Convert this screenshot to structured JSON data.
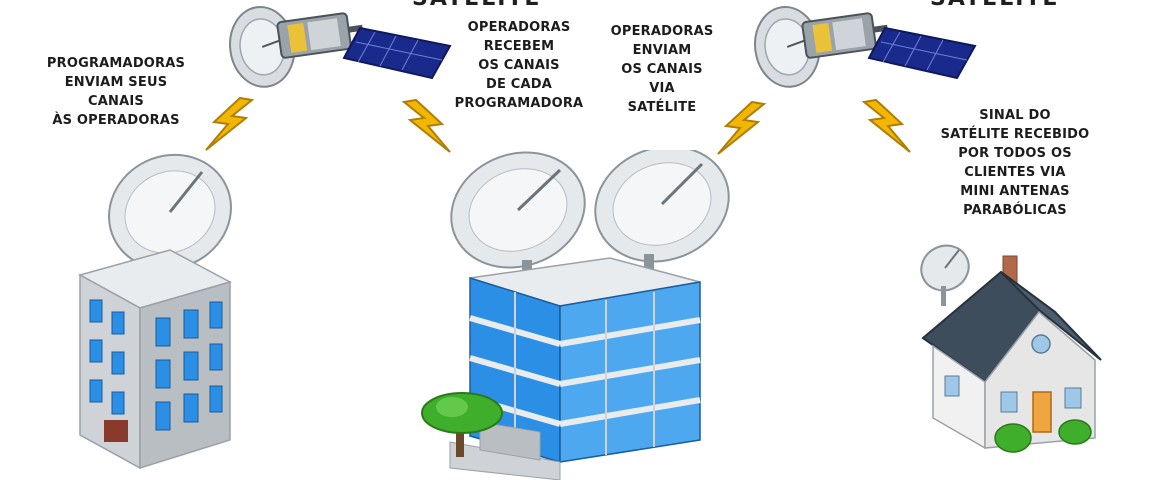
{
  "satellites": {
    "left_label": "SATÉLITE",
    "right_label": "SATÉLITE"
  },
  "captions": {
    "programadoras": [
      "PROGRAMADORAS",
      "ENVIAM SEUS",
      "CANAIS",
      "ÀS OPERADORAS"
    ],
    "operadoras_recebem": [
      "OPERADORAS",
      "RECEBEM",
      "OS CANAIS",
      "DE CADA",
      "PROGRAMADORA"
    ],
    "operadoras_enviam": [
      "OPERADORAS",
      "ENVIAM",
      "OS CANAIS",
      "VIA",
      "SATÉLITE"
    ],
    "sinal": [
      "SINAL DO",
      "SATÉLITE RECEBIDO",
      "POR TODOS OS",
      "CLIENTES VIA",
      "MINI ANTENAS",
      "PARABÓLICAS"
    ]
  },
  "colors": {
    "lightning": "#f2b705",
    "glass": "#2b8fe6",
    "concrete": "#cfd3d7",
    "solar_panel": "#1a2a8c",
    "roof": "#3e4d5c",
    "tree": "#3fae2a"
  },
  "icons": [
    "satellite-icon",
    "lightning-icon",
    "dish-antenna-icon",
    "office-building-icon",
    "glass-building-icon",
    "house-icon",
    "tree-icon"
  ]
}
